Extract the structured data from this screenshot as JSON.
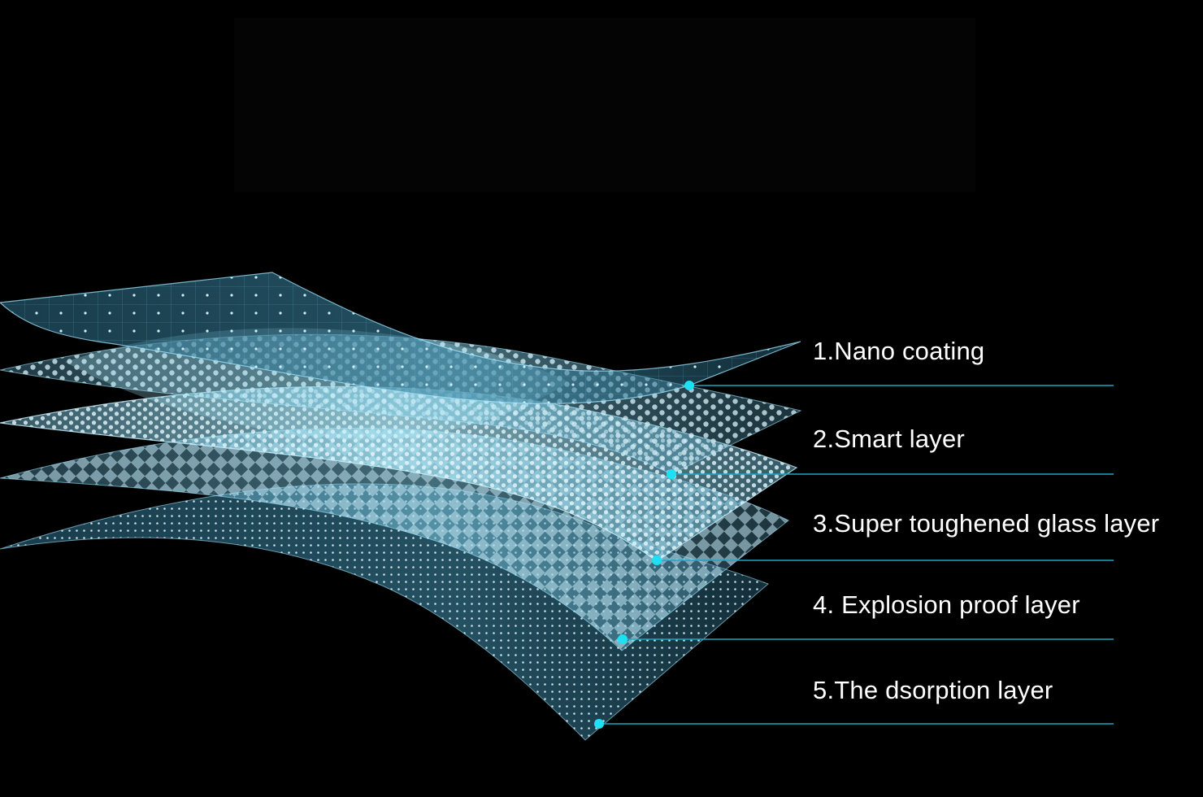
{
  "layers": [
    {
      "label": "1.Nano coating"
    },
    {
      "label": "2.Smart layer"
    },
    {
      "label": "3.Super toughened glass layer"
    },
    {
      "label": "4. Explosion proof layer"
    },
    {
      "label": "5.The dsorption layer"
    }
  ],
  "colors": {
    "background": "#000000",
    "leader_line": "#1aa6c4",
    "leader_dot": "#1ee0f5",
    "label_text": "#ffffff",
    "film_edge": "#9fe6ff"
  }
}
